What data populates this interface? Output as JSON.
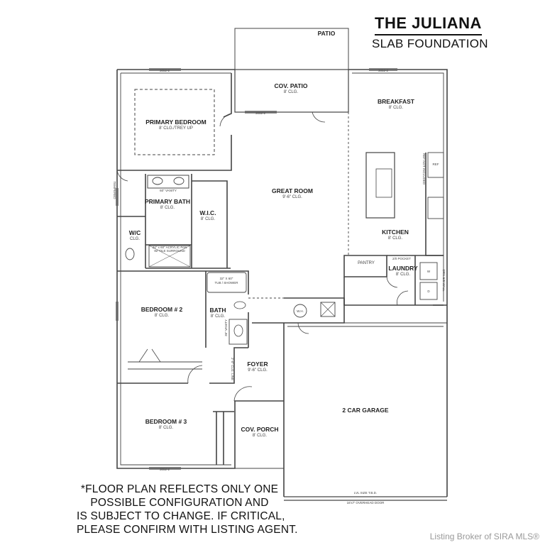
{
  "header": {
    "title": "THE JULIANA",
    "subtitle": "SLAB FOUNDATION"
  },
  "rooms": {
    "patio": {
      "name": "PATIO"
    },
    "cov_patio": {
      "name": "COV. PATIO",
      "ceiling": "8' CLG."
    },
    "breakfast": {
      "name": "BREAKFAST",
      "ceiling": "8' CLG."
    },
    "primary_bedroom": {
      "name": "PRIMARY BEDROOM",
      "ceiling": "8' CLG./TREY UP"
    },
    "great_room": {
      "name": "GREAT ROOM",
      "ceiling": "9'-6\" CLG."
    },
    "primary_bath": {
      "name": "PRIMARY BATH",
      "ceiling": "8' CLG."
    },
    "wic": {
      "name": "W.I.C.",
      "ceiling": "8' CLG."
    },
    "wc": {
      "name": "W/C",
      "ceiling": "CLG."
    },
    "kitchen": {
      "name": "KITCHEN",
      "ceiling": "8' CLG."
    },
    "pantry": {
      "name": "PANTRY"
    },
    "laundry": {
      "name": "LAUNDRY",
      "ceiling": "8' CLG."
    },
    "bedroom2": {
      "name": "BEDROOM # 2",
      "ceiling": "8' CLG."
    },
    "bath": {
      "name": "BATH",
      "ceiling": "8' CLG."
    },
    "foyer": {
      "name": "FOYER",
      "ceiling": "9'-6\" CLG."
    },
    "garage": {
      "name": "2 CAR GARAGE"
    },
    "bedroom3": {
      "name": "BEDROOM # 3",
      "ceiling": "8' CLG."
    },
    "cov_porch": {
      "name": "COV. PORCH",
      "ceiling": "8' CLG."
    }
  },
  "fixtures": {
    "vanity60": "60\" VANITY",
    "shower": "24\" x 60\" ACRYLIC PAN",
    "shower2": "W/ TILE SURROUND",
    "tub": "32\" X 60\"",
    "tub2": "TUB / SHOWER",
    "vanity36": "36\" VANITY",
    "wh": "W.H.",
    "ref": "REF",
    "fridge_note": "REF NOT INCLUDED",
    "pocket": "2/0 POCKET",
    "dryer_wall": "DRY. 5/8 WALL",
    "linen": "2'-0\" CLG. LINE",
    "w": "W",
    "d": "D",
    "window": "3052-2",
    "tempered": "TEMPERED",
    "lvl": "LVL SIZE T.B.D.",
    "overhead": "16'x7' OVERHEAD DOOR"
  },
  "disclaimer": [
    "*FLOOR PLAN REFLECTS ONLY ONE",
    "POSSIBLE CONFIGURATION AND",
    "IS SUBJECT TO CHANGE. IF CRITICAL,",
    "PLEASE CONFIRM WITH LISTING AGENT."
  ],
  "watermark": "Listing Broker of SIRA MLS®"
}
